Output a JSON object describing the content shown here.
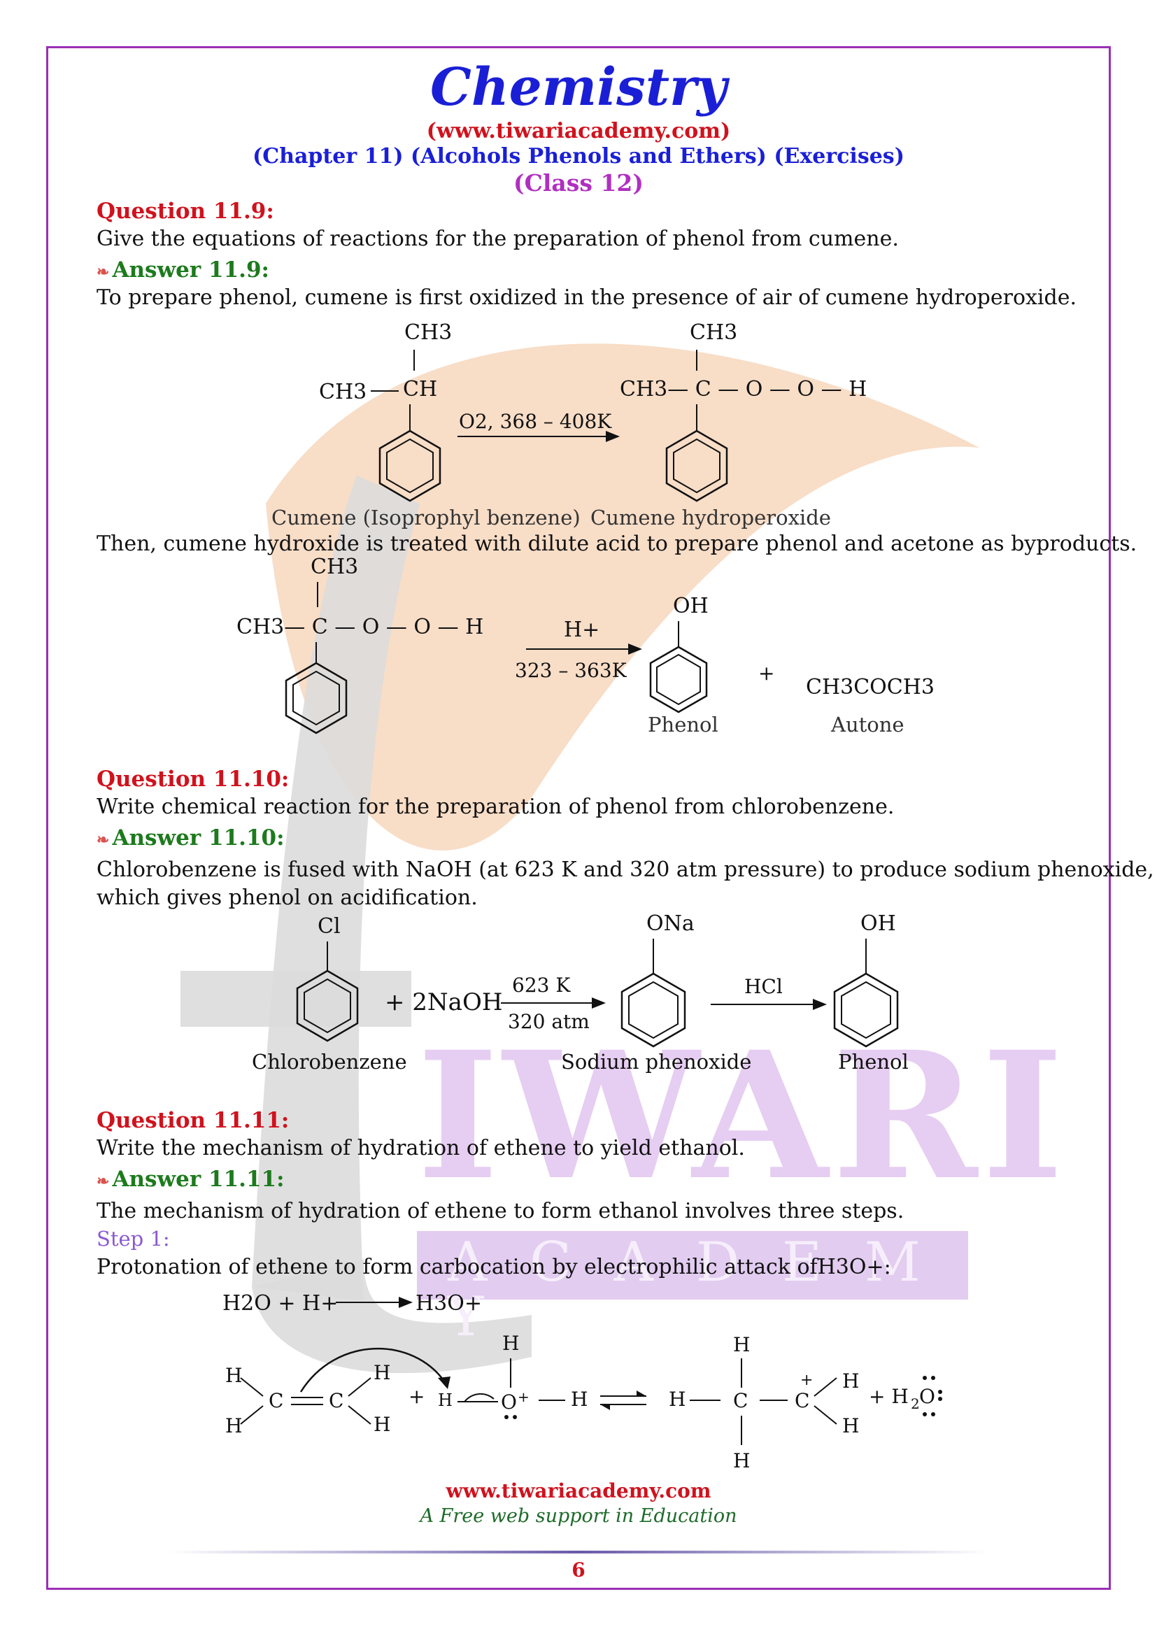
{
  "header": {
    "title": "Chemistry",
    "website": "(www.tiwariacademy.com)",
    "chapter": "(Chapter 11) (Alcohols Phenols and Ethers) (Exercises)",
    "class": "(Class 12)"
  },
  "watermark": {
    "big": "IWARI",
    "sub": "A C A D E M Y"
  },
  "colors": {
    "border": "#9b2fb6",
    "title": "#1a1fd6",
    "question": "#d0121d",
    "answer": "#1d7a1d",
    "step": "#8b59d1"
  },
  "q9": {
    "question": "Question 11.9:",
    "question_text": "Give the equations of reactions for the preparation of phenol from cumene.",
    "answer": "Answer 11.9:",
    "answer_text": "To prepare phenol, cumene is first oxidized in the presence of air of cumene hydroperoxide.",
    "r1": {
      "ch3_top_left": "CH3",
      "ch3_left": "CH3",
      "ch": "CH",
      "condition": "O2, 368 – 408K",
      "ch3_top_right": "CH3",
      "chain_right": "CH3— C — O — O — H",
      "label_left": "Cumene (Isoprophyl benzene)",
      "label_right": "Cumene hydroperoxide"
    },
    "then_text": "Then, cumene hydroxide is treated with dilute acid to prepare phenol and acetone as byproducts.",
    "r2": {
      "ch3_top": "CH3",
      "chain": "CH3— C — O — O — H",
      "reagent": "H+",
      "condition": "323 – 363K",
      "oh": "OH",
      "plus": "+",
      "acetone": "CH3COCH3",
      "label_phenol": "Phenol",
      "label_acetone": "Autone"
    }
  },
  "q10": {
    "question": "Question 11.10:",
    "question_text": "Write chemical reaction for the preparation of phenol from chlorobenzene.",
    "answer": "Answer 11.10:",
    "answer_line1": "Chlorobenzene is fused with NaOH (at 623 K and 320 atm pressure) to produce sodium phenoxide,",
    "answer_line2": "which gives phenol on acidification.",
    "r": {
      "cl": "Cl",
      "naoh": "+ 2NaOH",
      "temp": "623 K",
      "pressure": "320 atm",
      "ona": "ONa",
      "hcl": "HCl",
      "oh": "OH",
      "label_chloro": "Chlorobenzene",
      "label_phenoxide": "Sodium phenoxide",
      "label_phenol": "Phenol"
    }
  },
  "q11": {
    "question": "Question 11.11:",
    "question_text": "Write the mechanism of hydration of ethene to yield ethanol.",
    "answer": "Answer 11.11:",
    "answer_text": "The mechanism of hydration of ethene to form ethanol involves three steps.",
    "step1": "Step 1:",
    "step1_text": "Protonation of ethene to form carbocation by electrophilic attack ofH3O+:",
    "eq1_left": "H2O + H+",
    "eq1_right": "H3O+"
  },
  "footer": {
    "url": "www.tiwariacademy.com",
    "tagline": "A Free web support in Education",
    "page": "6"
  }
}
